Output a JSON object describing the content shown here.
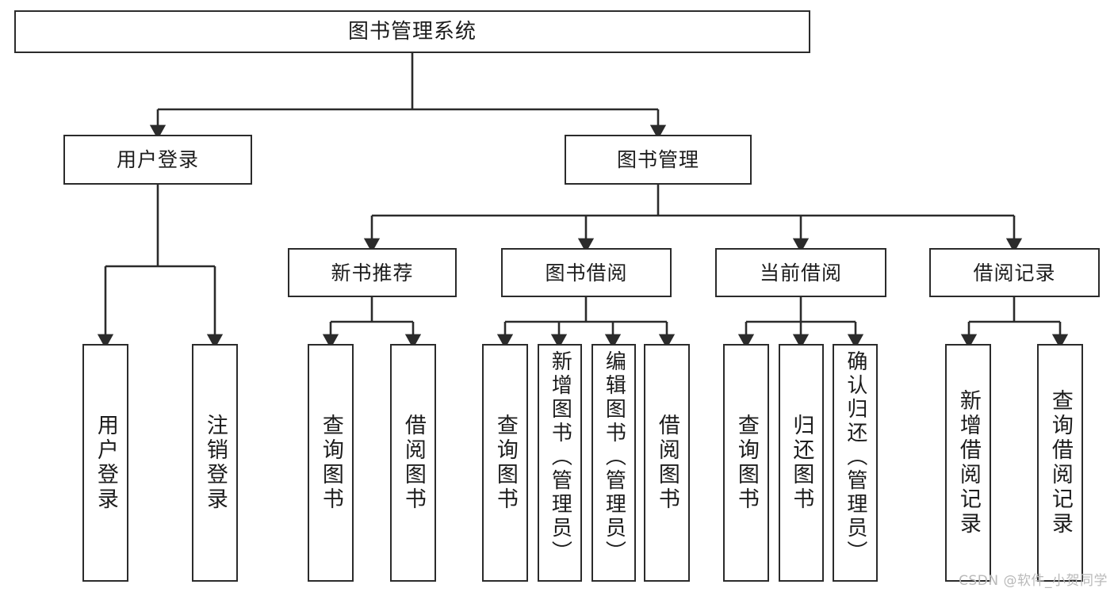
{
  "diagram": {
    "title": "图书管理系统",
    "type": "tree",
    "watermark": "CSDN @软件_小贺同学",
    "colors": {
      "stroke": "#2b2b2b",
      "fill": "#ffffff",
      "text": "#1c1c1c",
      "watermark": "#b9b9b9"
    },
    "nodes": {
      "root": {
        "label": "图书管理系统"
      },
      "level2": [
        {
          "label": "用户登录"
        },
        {
          "label": "图书管理"
        }
      ],
      "level3": [
        {
          "label": "新书推荐"
        },
        {
          "label": "图书借阅"
        },
        {
          "label": "当前借阅"
        },
        {
          "label": "借阅记录"
        }
      ],
      "leaves": {
        "user_login": [
          {
            "label": "用户登录"
          },
          {
            "label": "注销登录"
          }
        ],
        "new_book": [
          {
            "label": "查询图书"
          },
          {
            "label": "借阅图书"
          }
        ],
        "borrow": [
          {
            "label": "查询图书"
          },
          {
            "label": "新增图书（管理员）"
          },
          {
            "label": "编辑图书（管理员）"
          },
          {
            "label": "借阅图书"
          }
        ],
        "current": [
          {
            "label": "查询图书"
          },
          {
            "label": "归还图书"
          },
          {
            "label": "确认归还（管理员）"
          }
        ],
        "records": [
          {
            "label": "新增借阅记录"
          },
          {
            "label": "查询借阅记录"
          }
        ]
      }
    }
  }
}
